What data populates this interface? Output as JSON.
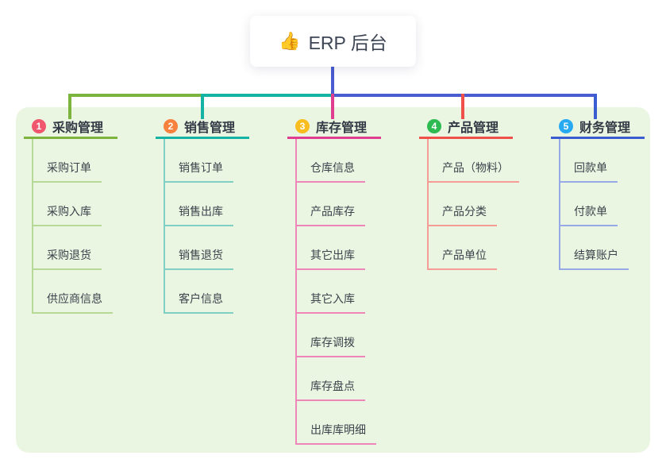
{
  "root": {
    "icon": "👍",
    "label": "ERP 后台"
  },
  "colors": {
    "panel_bg": "#eaf6e2",
    "root_line": "#4a5cd0"
  },
  "branches": [
    {
      "num": "1",
      "label": "采购管理",
      "badge_color": "#f1566f",
      "line_color": "#7cb43e",
      "sub_line_color": "#b6d996",
      "children": [
        "采购订单",
        "采购入库",
        "采购退货",
        "供应商信息"
      ]
    },
    {
      "num": "2",
      "label": "销售管理",
      "badge_color": "#f8813d",
      "line_color": "#14b3a4",
      "sub_line_color": "#7fd0c4",
      "children": [
        "销售订单",
        "销售出库",
        "销售退货",
        "客户信息"
      ]
    },
    {
      "num": "3",
      "label": "库存管理",
      "badge_color": "#f9bd20",
      "line_color": "#de3d90",
      "sub_line_color": "#ee86ba",
      "children": [
        "仓库信息",
        "产品库存",
        "其它出库",
        "其它入库",
        "库存调拨",
        "库存盘点",
        "出库库明细"
      ]
    },
    {
      "num": "4",
      "label": "产品管理",
      "badge_color": "#2dbb51",
      "line_color": "#f0504a",
      "sub_line_color": "#f69c97",
      "children": [
        "产品（物料）",
        "产品分类",
        "产品单位"
      ]
    },
    {
      "num": "5",
      "label": "财务管理",
      "badge_color": "#27aaf2",
      "line_color": "#3a5ed2",
      "sub_line_color": "#96a8e6",
      "children": [
        "回款单",
        "付款单",
        "结算账户"
      ]
    }
  ]
}
